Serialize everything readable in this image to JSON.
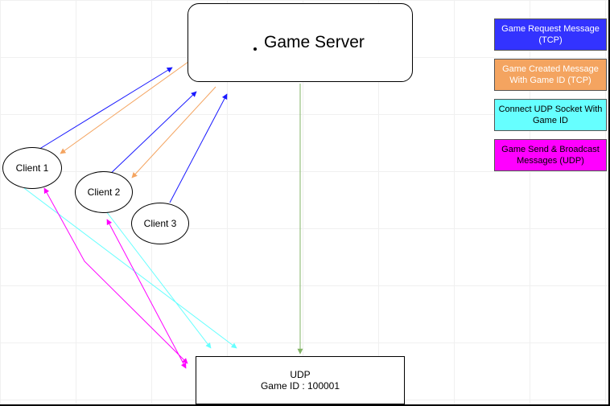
{
  "server": {
    "label": "Game Server"
  },
  "clients": [
    {
      "label": "Client 1"
    },
    {
      "label": "Client 2"
    },
    {
      "label": "Client 3"
    }
  ],
  "udp": {
    "line1": "UDP",
    "line2": "Game ID : 100001"
  },
  "legend": [
    {
      "label": "Game Request Message (TCP)",
      "bg": "#3333ff",
      "fg": "#ffffff"
    },
    {
      "label": "Game Created Message With Game ID (TCP)",
      "bg": "#f4a460",
      "fg": "#ffffff"
    },
    {
      "label": "Connect UDP Socket With Game ID",
      "bg": "#66ffff",
      "fg": "#000000"
    },
    {
      "label": "Game Send & Broadcast Messages (UDP)",
      "bg": "#ff00ff",
      "fg": "#000000"
    }
  ],
  "colors": {
    "tcp_request": "#1a1aff",
    "tcp_created": "#f4a460",
    "udp_connect": "#66ffff",
    "udp_broadcast": "#ff00ff",
    "server_to_udp": "#82b366"
  }
}
